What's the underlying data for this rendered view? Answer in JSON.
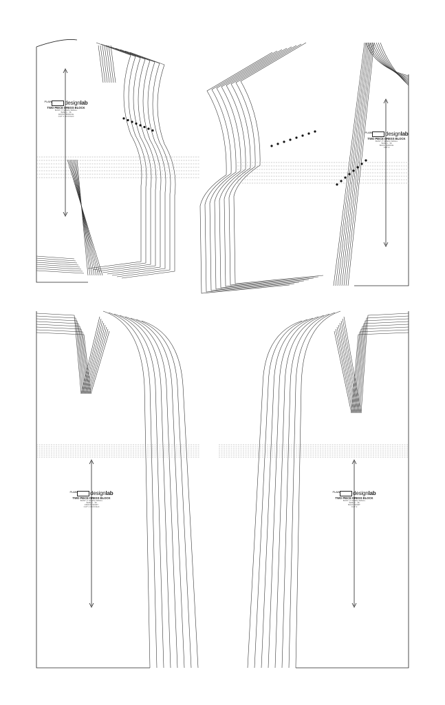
{
  "brand": {
    "mark": "PLAIN",
    "name_light": "design",
    "name_bold": "lab"
  },
  "pieces": [
    {
      "id": "front-bodice",
      "title": "TWO PIECE DRESS BLOCK",
      "details": [
        "BUST (7 SIZES) SMALL",
        "SIZE 4 - 16",
        "FRONT BODICE",
        "CUT 1 ON FOLD"
      ]
    },
    {
      "id": "back-bodice",
      "title": "TWO PIECE DRESS BLOCK",
      "details": [
        "BUST (7 SIZES) SMALL",
        "SIZE 4 - 16",
        "BACK BODICE",
        "CUT 2"
      ]
    },
    {
      "id": "front-skirt",
      "title": "TWO PIECE DRESS BLOCK",
      "details": [
        "BUST (7 SIZES) SMALL",
        "SIZE 4 - 16",
        "FRONT SKIRT",
        "CUT 1 ON FOLD"
      ]
    },
    {
      "id": "back-skirt",
      "title": "TWO PIECE DRESS BLOCK",
      "details": [
        "BUST (7 SIZES) SMALL",
        "SIZE 4 - 16",
        "BACK SKIRT",
        "CUT 2"
      ]
    }
  ]
}
